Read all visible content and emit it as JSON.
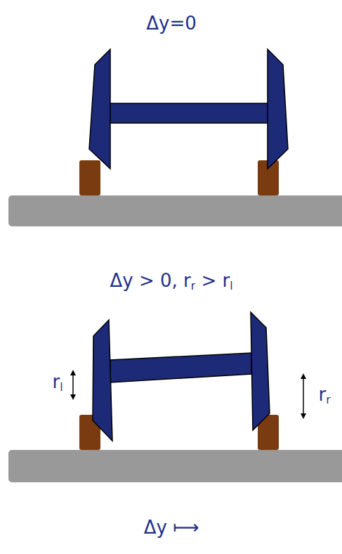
{
  "diagram": {
    "labels": [
      "Δy=0",
      "Δy > 0, rr > rl",
      "rl",
      "rr",
      "Δy ⟼"
    ]
  }
}
